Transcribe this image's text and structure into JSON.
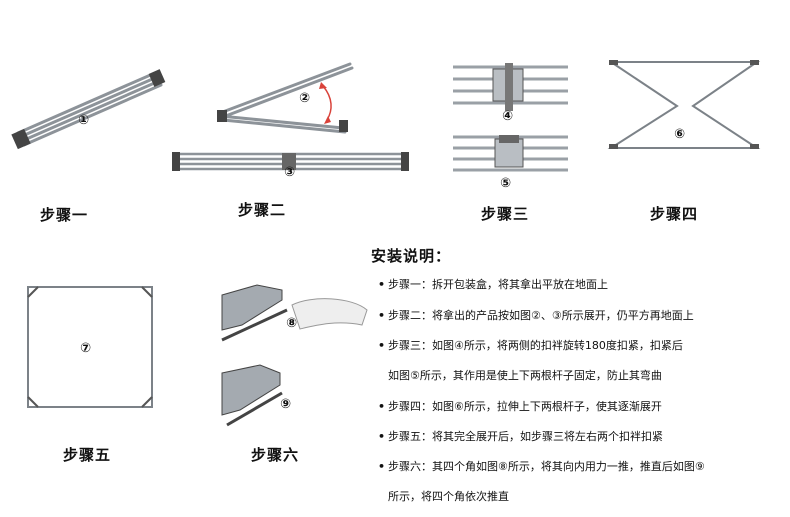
{
  "steps": {
    "s1": "步骤一",
    "s2": "步骤二",
    "s3": "步骤三",
    "s4": "步骤四",
    "s5": "步骤五",
    "s6": "步骤六"
  },
  "markers": {
    "m1": "①",
    "m2": "②",
    "m3": "③",
    "m4": "④",
    "m5": "⑤",
    "m6": "⑥",
    "m7": "⑦",
    "m8": "⑧",
    "m9": "⑨"
  },
  "instructions": {
    "title": "安装说明：",
    "rows": [
      {
        "bullet": "•",
        "text": "步骤一：拆开包装盒，将其拿出平放在地面上"
      },
      {
        "bullet": "•",
        "text": "步骤二：将拿出的产品按如图②、③所示展开，仍平方再地面上"
      },
      {
        "bullet": "•",
        "text": "步骤三：如图④所示，将两侧的扣袢旋转180度扣紧，扣紧后"
      },
      {
        "bullet": "",
        "text": "如图⑤所示，其作用是使上下两根杆子固定，防止其弯曲"
      },
      {
        "bullet": "•",
        "text": "步骤四：如图⑥所示，拉伸上下两根杆子，使其逐渐展开"
      },
      {
        "bullet": "•",
        "text": "步骤五：将其完全展开后，如步骤三将左右两个扣袢扣紧"
      },
      {
        "bullet": "•",
        "text": "步骤六：其四个角如图⑧所示，将其向内用力一推，推直后如图⑨"
      },
      {
        "bullet": "",
        "text": "所示，将四个角依次推直"
      }
    ]
  },
  "colors": {
    "metal": "#9aa0a6",
    "metal_dark": "#555a60",
    "arrow": "#d9423a",
    "text": "#111111"
  }
}
